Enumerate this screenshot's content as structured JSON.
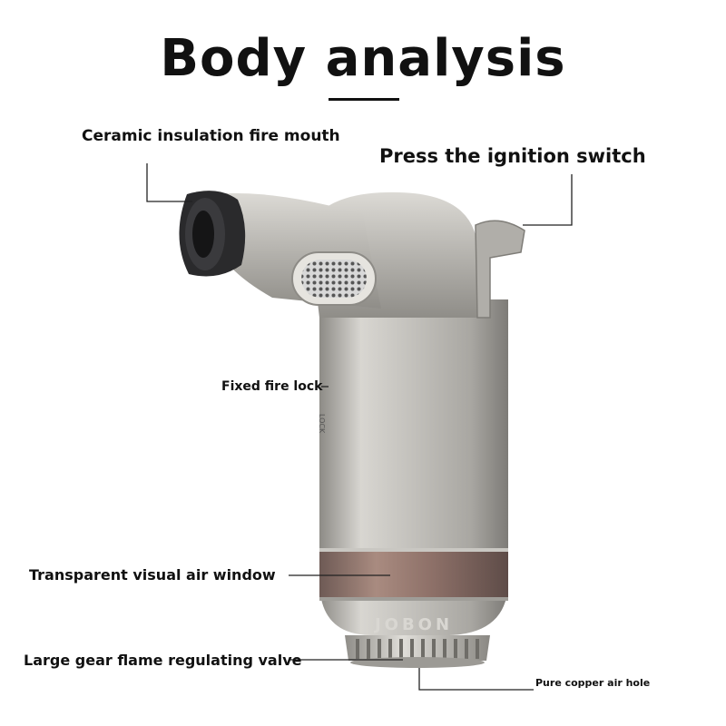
{
  "title": "Body analysis",
  "labels": {
    "fire_mouth": "Ceramic insulation fire mouth",
    "ignition": "Press the ignition switch",
    "fire_lock": "Fixed fire lock",
    "air_window": "Transparent visual air window",
    "regulating_valve": "Large gear flame regulating valve",
    "air_hole": "Pure copper air hole"
  },
  "brand": "JOBON",
  "lock_mark": "LOCK",
  "colors": {
    "body_metal": "#b9b7b2",
    "nozzle_black": "#2a2a2c",
    "window_bronze": "#8a6e66"
  }
}
